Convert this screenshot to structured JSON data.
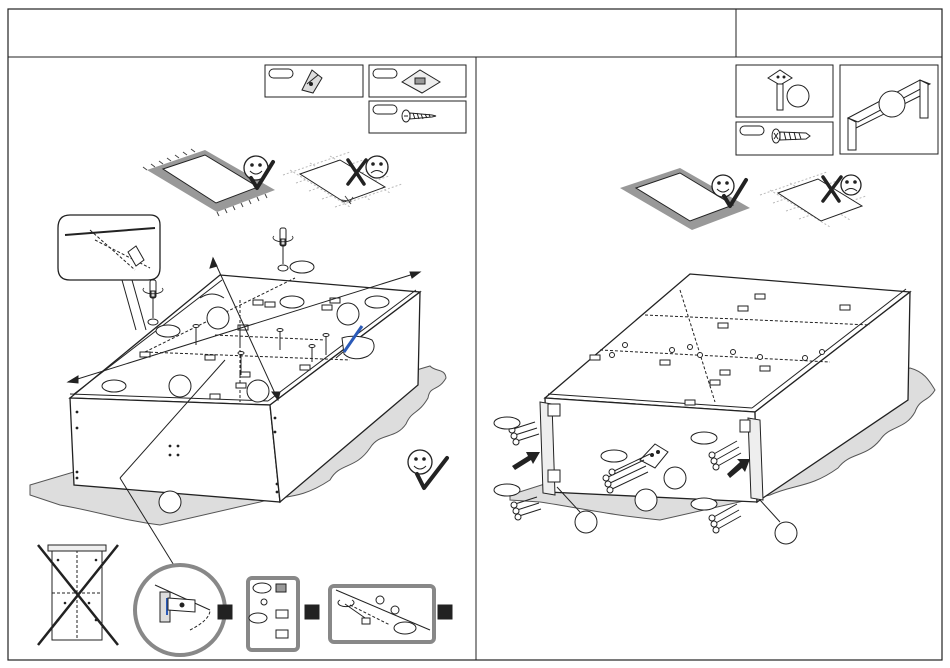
{
  "header": {
    "title": "",
    "step_number": ""
  },
  "left_panel": {
    "parts": [
      {
        "name": "corner-bracket",
        "icon": "corner-bracket-icon",
        "label": ""
      },
      {
        "name": "connector-plate",
        "icon": "connector-plate-icon",
        "label": ""
      },
      {
        "name": "screw",
        "icon": "screw-icon",
        "label": ""
      }
    ],
    "surface_good": "smiley-face-icon",
    "surface_bad": "sad-face-icon"
  },
  "right_panel": {
    "parts": [
      {
        "name": "leg-plate",
        "icon": "leg-plate-icon",
        "label": ""
      },
      {
        "name": "screw",
        "icon": "screw-icon",
        "label": ""
      },
      {
        "name": "frame-leg",
        "icon": "frame-leg-icon",
        "label": ""
      }
    ]
  },
  "colors": {
    "line": "#222222",
    "floor": "#aaaaaa",
    "accent": "#666666"
  }
}
